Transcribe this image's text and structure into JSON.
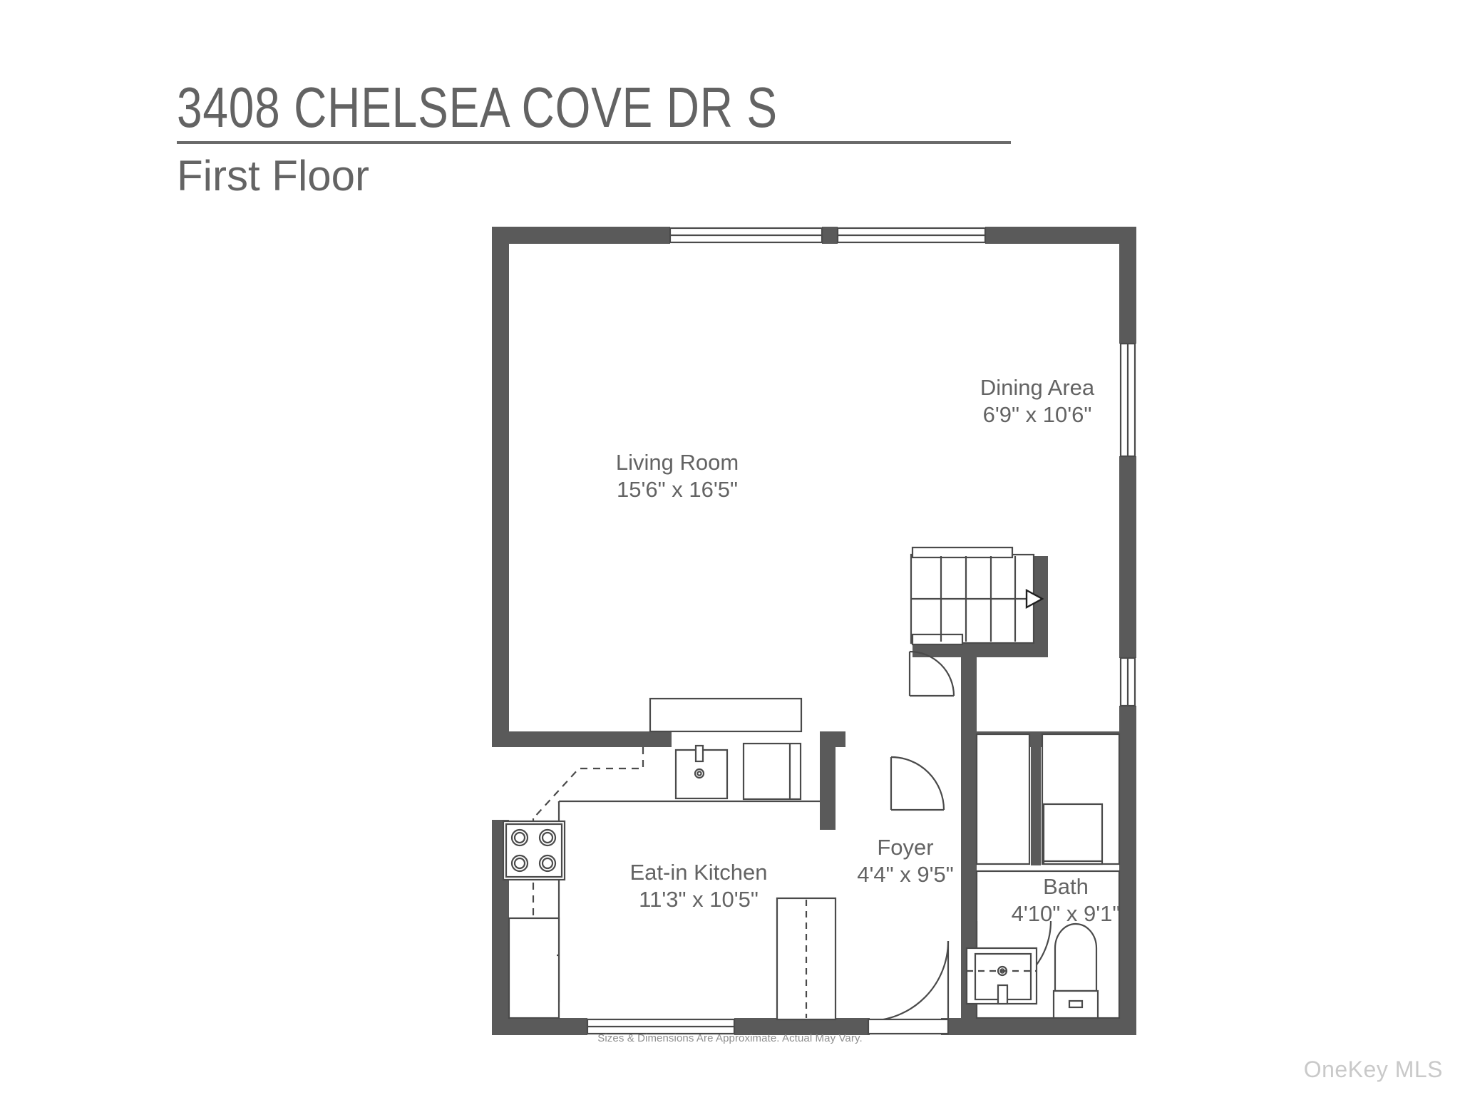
{
  "header": {
    "title": "3408 CHELSEA COVE DR S",
    "subtitle": "First Floor"
  },
  "rooms": [
    {
      "id": "living",
      "name": "Living Room",
      "dimensions": "15'6\" x 16'5\""
    },
    {
      "id": "dining",
      "name": "Dining Area",
      "dimensions": "6'9\" x 10'6\""
    },
    {
      "id": "kitchen",
      "name": "Eat-in Kitchen",
      "dimensions": "11'3\" x 10'5\""
    },
    {
      "id": "foyer",
      "name": "Foyer",
      "dimensions": "4'4\" x 9'5\""
    },
    {
      "id": "bath",
      "name": "Bath",
      "dimensions": "4'10\" x 9'1\""
    }
  ],
  "fixtures": [
    {
      "name": "cooktop",
      "room": "kitchen"
    },
    {
      "name": "kitchen-sink",
      "room": "kitchen"
    },
    {
      "name": "base-cabinets",
      "room": "kitchen"
    },
    {
      "name": "refrigerator",
      "room": "kitchen"
    },
    {
      "name": "staircase",
      "room": "foyer"
    },
    {
      "name": "stair-direction-arrow",
      "room": "foyer"
    },
    {
      "name": "closet",
      "room": "foyer"
    },
    {
      "name": "vanity-sink",
      "room": "bath"
    },
    {
      "name": "toilet",
      "room": "bath"
    }
  ],
  "openings": [
    {
      "name": "front-entry-door",
      "location": "bottom-wall"
    },
    {
      "name": "kitchen-window",
      "location": "bottom-wall"
    },
    {
      "name": "living-room-window-left",
      "location": "top-wall"
    },
    {
      "name": "living-room-window-right",
      "location": "top-wall"
    },
    {
      "name": "dining-window-upper",
      "location": "right-wall"
    },
    {
      "name": "dining-window-lower",
      "location": "right-wall"
    },
    {
      "name": "foyer-door",
      "location": "interior"
    },
    {
      "name": "bath-door",
      "location": "interior"
    },
    {
      "name": "closet-door",
      "location": "interior"
    }
  ],
  "footer": {
    "disclaimer": "Sizes & Dimensions Are Approximate. Actual May Vary.",
    "watermark": "OneKey MLS"
  },
  "colors": {
    "wall": "#5a5a5a",
    "text": "#636363",
    "thin_line": "#4a4a4a",
    "watermark": "#c9c9c9",
    "background": "#ffffff"
  }
}
